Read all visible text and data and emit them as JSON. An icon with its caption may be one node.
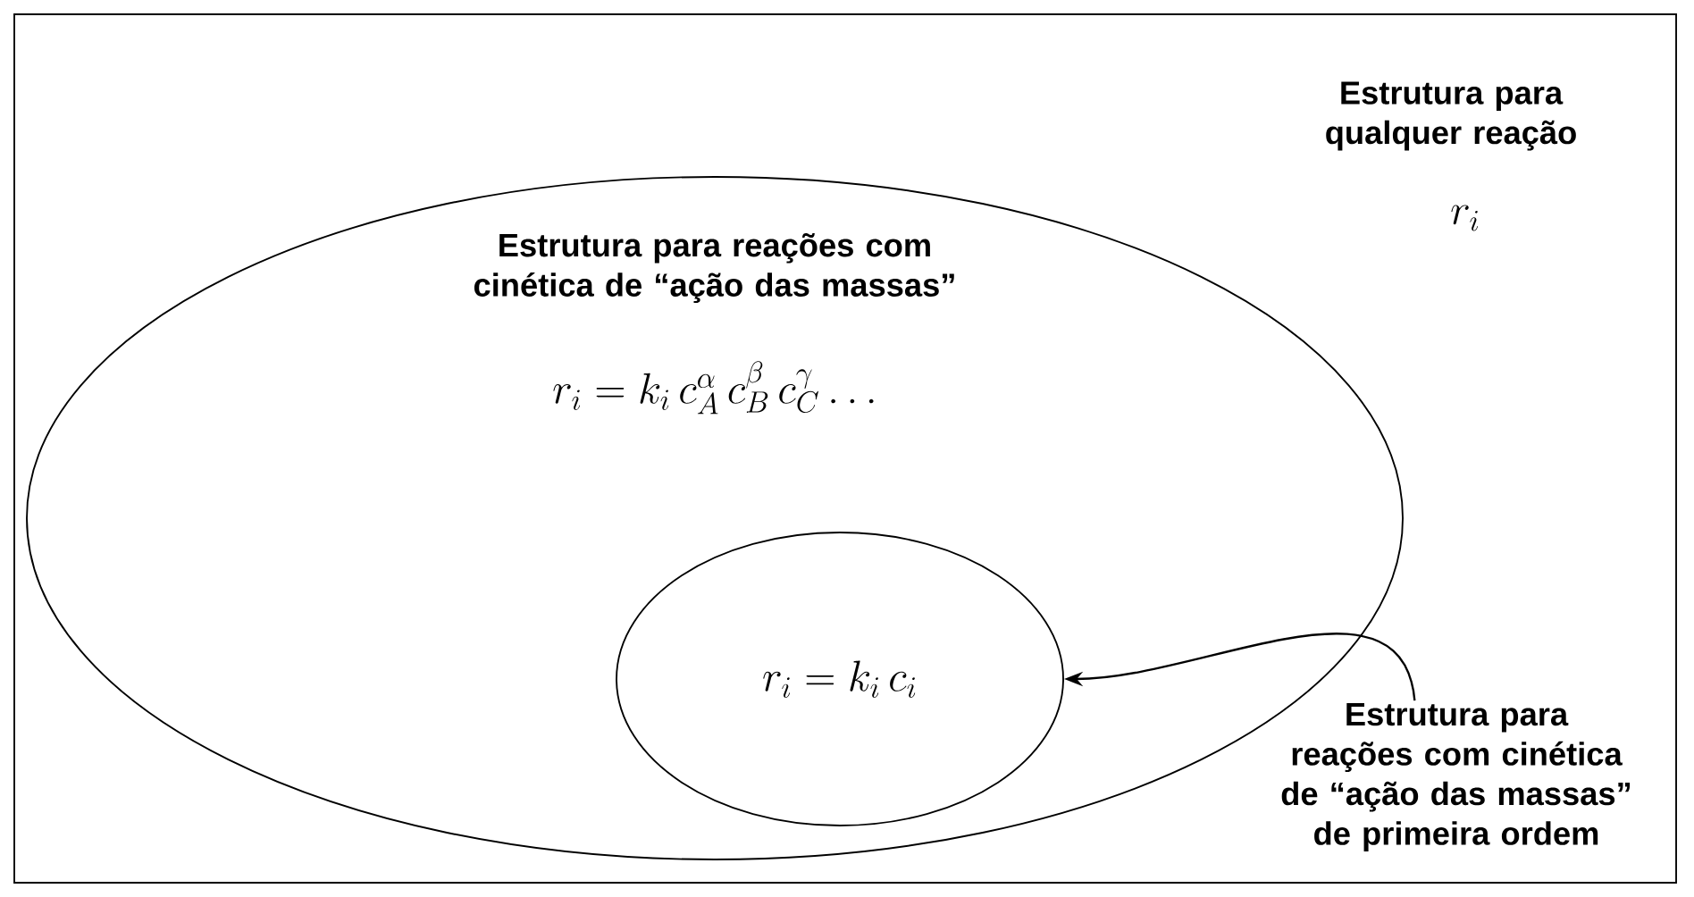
{
  "diagram": {
    "nodes": [
      {
        "text": [
          "Estrutura para qualquer reação",
          "r_i"
        ]
      },
      {
        "text": [
          "Estrutura para reações com cinética de “ação das massas”",
          "r_i = k_i\\, c_A^{\\alpha}\\, c_B^{\\beta}\\, c_C^{\\gamma} \\ldots"
        ],
        "in": 0
      },
      {
        "text": [
          "r_i = k_i\\, c_i"
        ],
        "in": 1
      },
      {
        "text": [
          "Estrutura para reações com cinética de “ação das massas” de primeira ordem"
        ],
        "in": 0
      }
    ],
    "edges": [
      {
        "from": 3,
        "to": 2,
        "arrow": "to"
      }
    ]
  }
}
